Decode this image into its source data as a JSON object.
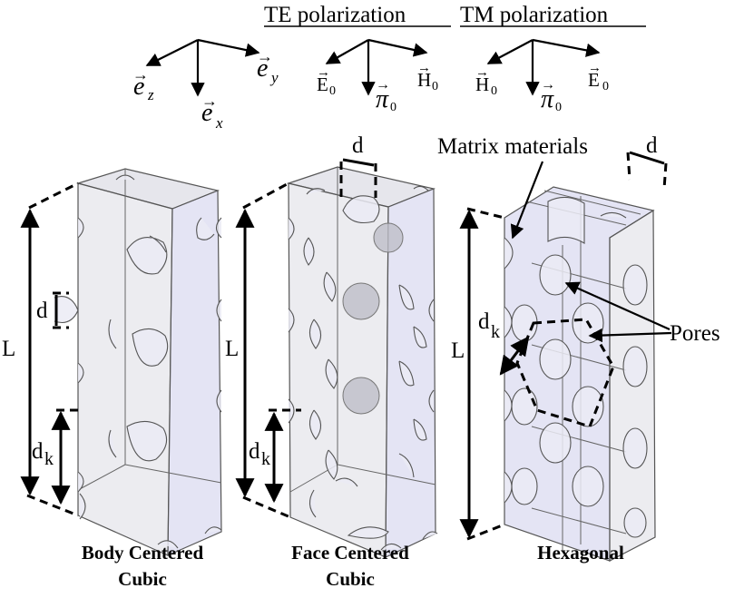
{
  "header": {
    "te_polarization": "TE polarization",
    "tm_polarization": "TM polarization"
  },
  "axes": {
    "basis": {
      "left": "e",
      "left_sub": "z",
      "down": "e",
      "down_sub": "x",
      "right": "e",
      "right_sub": "y"
    },
    "te": {
      "left": "E",
      "left_sub": "0",
      "down": "π",
      "down_sub": "0",
      "right": "H",
      "right_sub": "0"
    },
    "tm": {
      "left": "H",
      "left_sub": "0",
      "down": "π",
      "down_sub": "0",
      "right": "E",
      "right_sub": "0"
    }
  },
  "labels": {
    "length": "L",
    "pore_diameter": "d",
    "period": "d",
    "period_sub": "k",
    "matrix": "Matrix materials",
    "pores": "Pores"
  },
  "captions": {
    "bcc_line1": "Body Centered",
    "bcc_line2": "Cubic",
    "fcc_line1": "Face Centered",
    "fcc_line2": "Cubic",
    "hex": "Hexagonal"
  }
}
